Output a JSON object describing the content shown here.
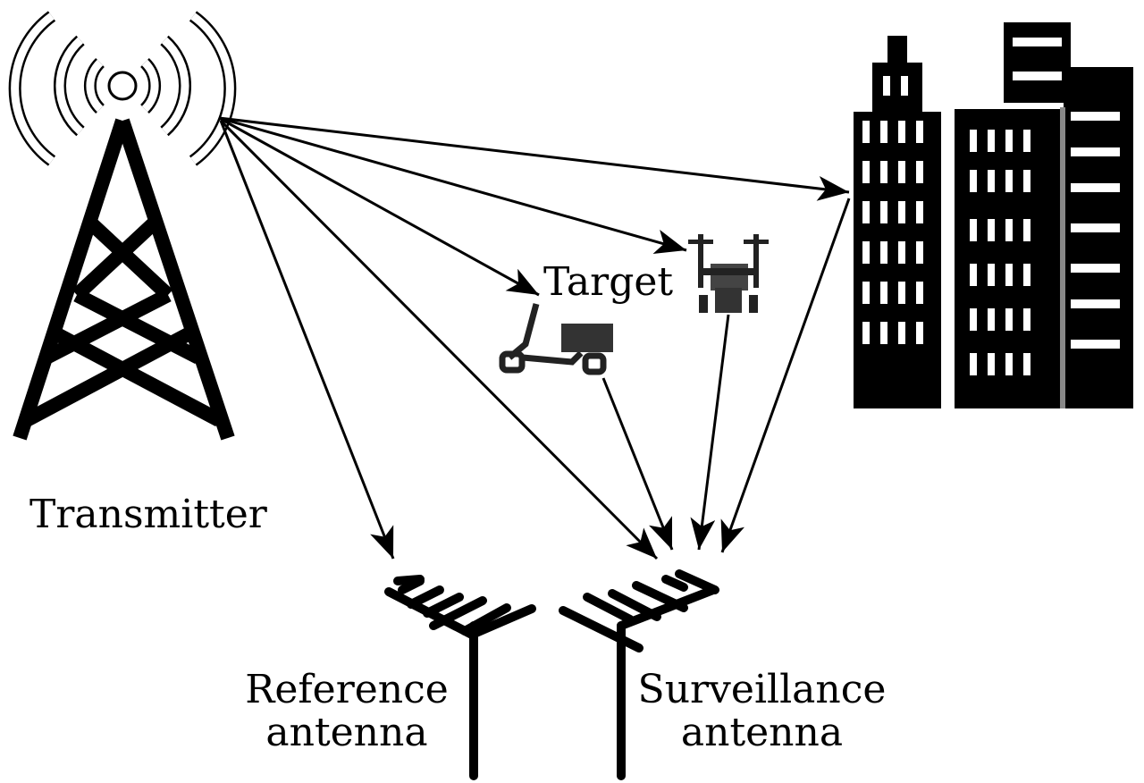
{
  "labels": {
    "transmitter": "Transmitter",
    "target": "Target",
    "reference_line1": "Reference",
    "reference_line2": "antenna",
    "surveillance_line1": "Surveillance",
    "surveillance_line2": "antenna"
  },
  "icons": [
    "transmitter-tower-icon",
    "scooter-icon",
    "drone-icon",
    "buildings-icon",
    "reference-antenna-icon",
    "surveillance-antenna-icon"
  ],
  "colors": {
    "ink": "#000000",
    "background": "#ffffff"
  }
}
